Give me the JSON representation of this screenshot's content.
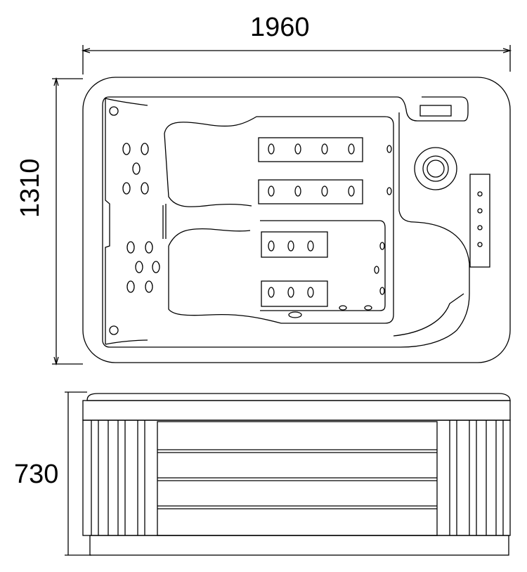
{
  "dimensions": {
    "width": "1960",
    "length": "1310",
    "height": "730"
  },
  "colors": {
    "line": "#000000",
    "background": "#ffffff"
  }
}
